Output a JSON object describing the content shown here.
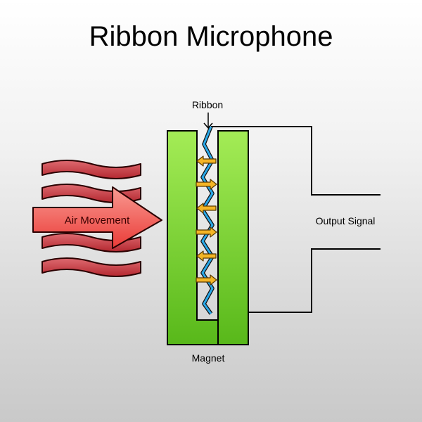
{
  "title": "Ribbon Microphone",
  "labels": {
    "ribbon": "Ribbon",
    "air_movement": "Air Movement",
    "output_signal": "Output Signal",
    "magnet": "Magnet"
  },
  "colors": {
    "magnet_green": "#6cc81c",
    "air_wave_red": "#c0393f",
    "air_arrow_red": "#f0504a",
    "ribbon_blue": "#2aa8e8",
    "force_arrow_yellow": "#f4b526",
    "wire": "#000000"
  },
  "icons": {
    "force_arrow": "horizontal-yellow-arrow",
    "ribbon_pointer": "down-arrow"
  }
}
